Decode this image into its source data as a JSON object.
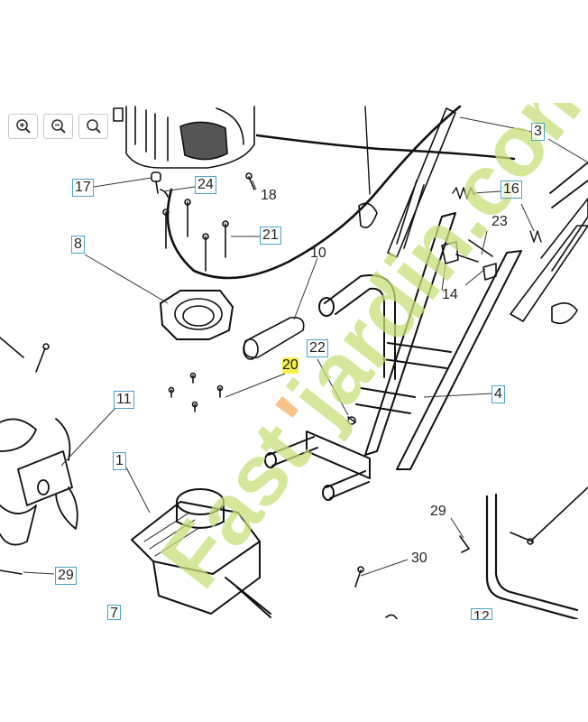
{
  "toolbar": {
    "zoom_in": "zoom-in-icon",
    "zoom_out": "zoom-out-icon",
    "zoom_reset": "zoom-reset-icon"
  },
  "watermark": {
    "text": "Fast'jardin.com",
    "color": "#c7e07a",
    "accent": "#f5b066"
  },
  "callouts": {
    "c1": "1",
    "c3": "3",
    "c4": "4",
    "c7": "7",
    "c8": "8",
    "c10": "10",
    "c11": "11",
    "c12": "12",
    "c14": "14",
    "c16": "16",
    "c17": "17",
    "c18": "18",
    "c20": "20",
    "c21": "21",
    "c22": "22",
    "c23": "23",
    "c24": "24",
    "c29a": "29",
    "c29b": "29",
    "c30": "30"
  }
}
